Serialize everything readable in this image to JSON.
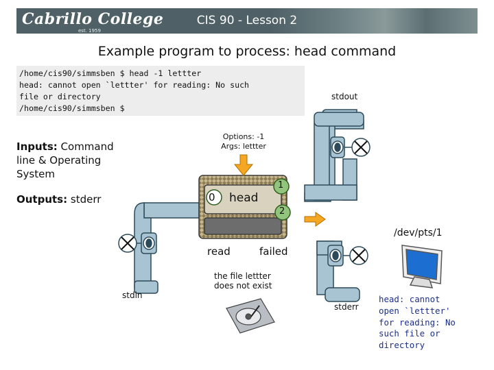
{
  "banner": {
    "logo_text": "Cabrillo College",
    "logo_est": "est. 1959",
    "title": "CIS 90 - Lesson 2"
  },
  "heading": "Example program to process: head command",
  "terminal": {
    "lines": [
      "/home/cis90/simmsben $ head -1 lettter",
      "head: cannot open `lettter' for reading: No such",
      "file or directory",
      "/home/cis90/simmsben $"
    ]
  },
  "labels": {
    "stdout": "stdout",
    "options_line1": "Options: -1",
    "options_line2": "Args: lettter",
    "inputs_bold": "Inputs:",
    "inputs_rest_line1": " Command",
    "inputs_line2": "line & Operating",
    "inputs_line3": "System",
    "outputs_bold": "Outputs:",
    "outputs_rest": " stderr",
    "fd_in": "0",
    "fd_out": "1",
    "fd_err": "2",
    "program": "head",
    "dev_pts": "/dev/pts/1",
    "read": "read",
    "failed": "failed",
    "file_note_line1": "the file lettter",
    "file_note_line2": "does not exist",
    "stdin": "stdin",
    "stderr": "stderr"
  },
  "stderr_output": [
    "head: cannot",
    "open `lettter'",
    "for reading: No",
    "such file or",
    "directory"
  ],
  "colors": {
    "pipe": "#a8c4d2",
    "pipe_stroke": "#2c4a5a",
    "arrow": "#f5a623",
    "fd_circle": "#93c47d",
    "banner": "#4f6166",
    "terminal_bg": "#ededed",
    "stderr_text": "#1c2f8a"
  }
}
